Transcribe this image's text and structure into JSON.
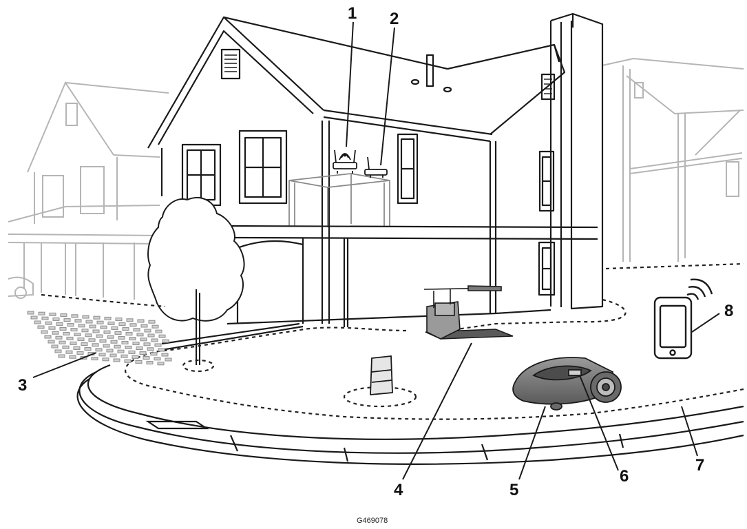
{
  "figure_id": "G469078",
  "callouts": [
    "1",
    "2",
    "3",
    "4",
    "5",
    "6",
    "7",
    "8"
  ],
  "colors": {
    "line": "#1a1a1a",
    "faint": "#b5b5b5",
    "boundary": "#222222",
    "machine": "#6e6e6e"
  }
}
